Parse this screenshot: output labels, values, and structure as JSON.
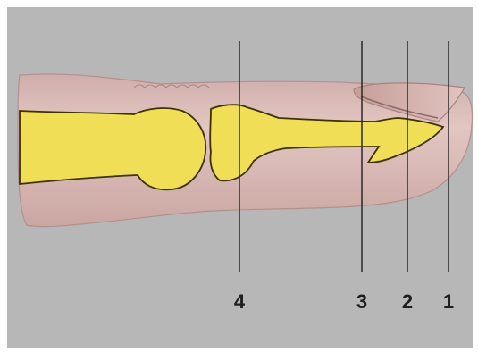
{
  "diagram": {
    "colors": {
      "background": "#b7b7b7",
      "skin": "#dcbcb8",
      "skin_outline": "#b58f8c",
      "bone": "#f0de56",
      "bone_outline": "#3d3200",
      "nail": "#cfa8a2",
      "line": "#1e1e1e"
    },
    "labels": {
      "line4": "4",
      "line3": "3",
      "line2": "2",
      "line1": "1"
    }
  }
}
